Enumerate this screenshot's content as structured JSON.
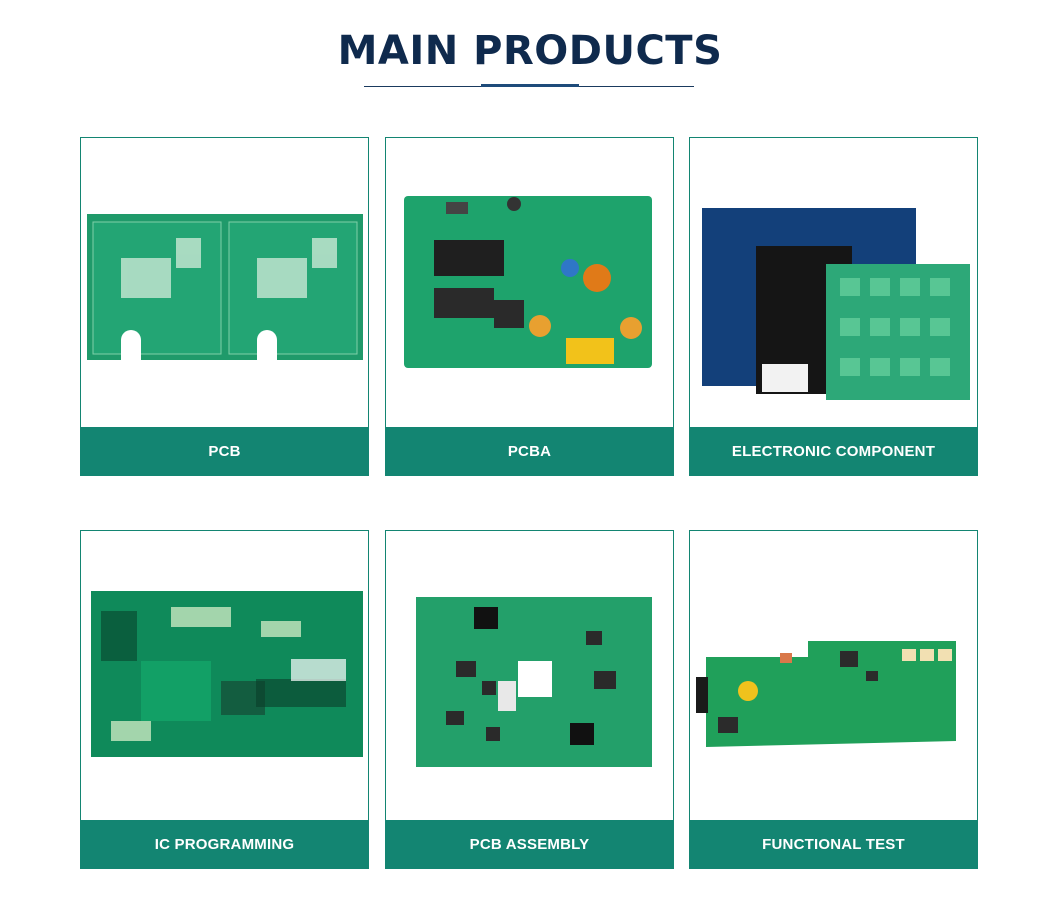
{
  "section": {
    "title": "MAIN PRODUCTS"
  },
  "products": [
    {
      "label": "PCB"
    },
    {
      "label": "PCBA"
    },
    {
      "label": "ELECTRONIC COMPONENT"
    },
    {
      "label": "IC PROGRAMMING"
    },
    {
      "label": "PCB ASSEMBLY"
    },
    {
      "label": "FUNCTIONAL TEST"
    }
  ],
  "colors": {
    "title": "#0f2a4d",
    "accent": "#138572"
  }
}
